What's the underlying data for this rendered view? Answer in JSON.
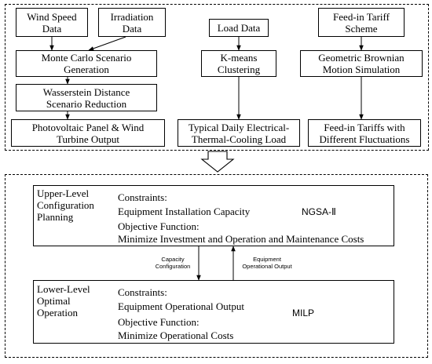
{
  "top": {
    "wind_speed": [
      "Wind Speed",
      "Data"
    ],
    "irradiation": [
      "Irradiation",
      "Data"
    ],
    "monte_carlo": [
      "Monte Carlo Scenario",
      "Generation"
    ],
    "wasserstein": [
      "Wasserstein Distance",
      "Scenario Reduction"
    ],
    "pv_output": [
      "Photovoltaic Panel & Wind",
      "Turbine Output"
    ],
    "load_data": [
      "Load Data"
    ],
    "kmeans": [
      "K-means",
      "Clustering"
    ],
    "typical_load": [
      "Typical Daily Electrical-",
      "Thermal-Cooling Load"
    ],
    "fit_scheme": [
      "Feed-in Tariff",
      "Scheme"
    ],
    "gbm": [
      "Geometric Brownian",
      "Motion Simulation"
    ],
    "fit_fluct": [
      "Feed-in Tariffs with",
      "Different Fluctuations"
    ]
  },
  "upper": {
    "title": [
      "Upper-Level",
      "Configuration",
      "Planning"
    ],
    "constraints_label": "Constraints:",
    "constraints_value": "Equipment Installation Capacity",
    "algorithm": "NGSA-Ⅱ",
    "objective_label": "Objective Function:",
    "objective_value": "Minimize Investment and Operation and Maintenance Costs"
  },
  "links": {
    "down_label": [
      "Capacity",
      "Configuration"
    ],
    "up_label": [
      "Equipment",
      "Operational Output"
    ]
  },
  "lower": {
    "title": [
      "Lower-Level",
      "Optimal",
      "Operation"
    ],
    "constraints_label": "Constraints:",
    "constraints_value": "Equipment Operational Output",
    "algorithm": "MILP",
    "objective_label": "Objective Function:",
    "objective_value": "Minimize Operational Costs"
  }
}
